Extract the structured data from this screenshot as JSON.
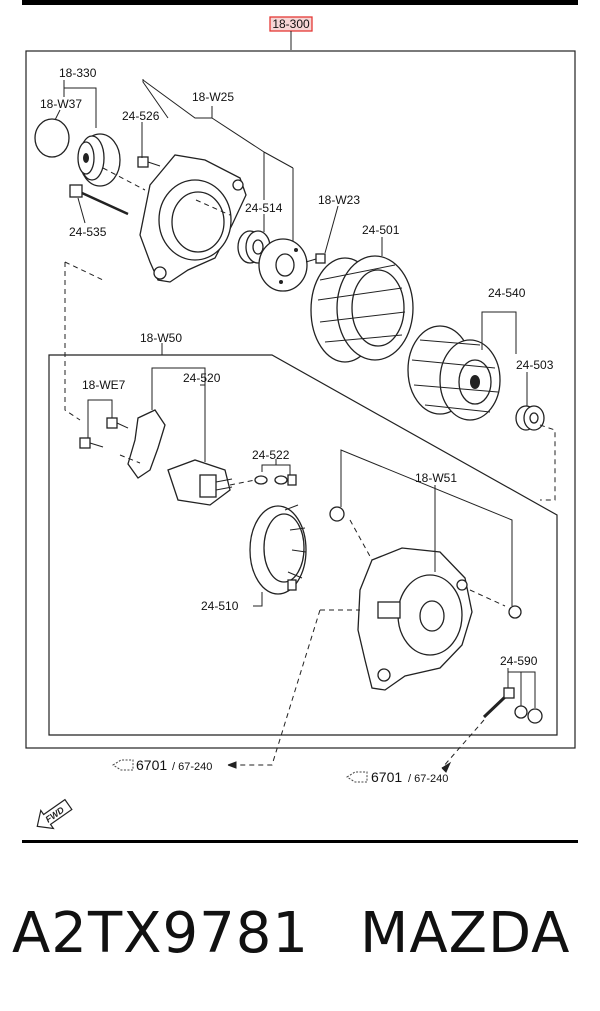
{
  "header_label": "18-300",
  "header_label_color": "#e53935",
  "labels": {
    "l18_330": "18-330",
    "l18_W37": "18-W37",
    "l24_526": "24-526",
    "l18_W25": "18-W25",
    "l24_514": "24-514",
    "l18_W23": "18-W23",
    "l24_501": "24-501",
    "l24_535": "24-535",
    "l24_540": "24-540",
    "l24_503": "24-503",
    "l18_W50": "18-W50",
    "l18_WE7": "18-WE7",
    "l24_520": "24-520",
    "l24_522": "24-522",
    "l18_W51": "18-W51",
    "l24_510": "24-510",
    "l24_590": "24-590"
  },
  "refs": [
    {
      "num": "6701",
      "sub": "/ 67-240"
    },
    {
      "num": "6701",
      "sub": "/ 67-240"
    }
  ],
  "fwd_label": "FWD",
  "footer": {
    "part_number": "A2TX9781",
    "brand": "MAZDA"
  }
}
